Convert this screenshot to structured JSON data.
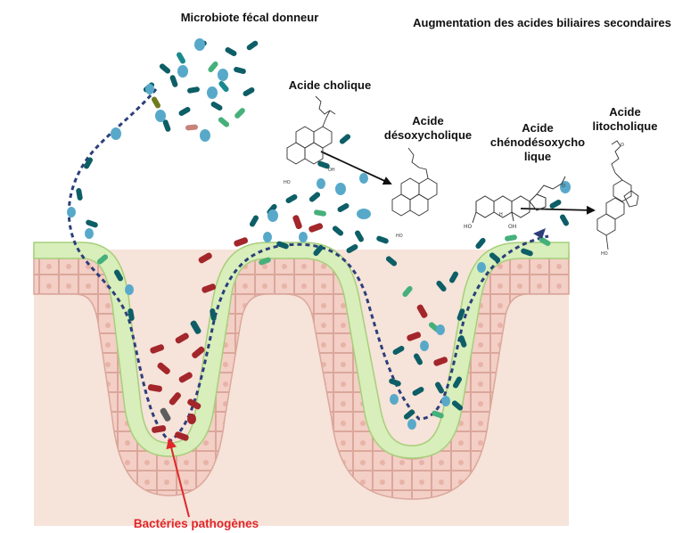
{
  "labels": {
    "donor_microbiota": "Microbiote fécal donneur",
    "secondary_bile_acids": "Augmentation des acides biliaires secondaires",
    "cholic_acid": "Acide cholique",
    "deoxycholic_acid_line1": "Acide",
    "deoxycholic_acid_line2": "désoxycholique",
    "chenodeoxycholic_acid_line1": "Acide",
    "chenodeoxycholic_acid_line2": "chénodésoxycho",
    "chenodeoxycholic_acid_line3": "lique",
    "lithocholic_acid_line1": "Acide",
    "lithocholic_acid_line2": "litocholique",
    "pathogenic_bacteria": "Bactéries pathogènes"
  },
  "molecule_atom_labels": {
    "hydroxyl": "HO",
    "hydroxyl_r": "OH",
    "ring_h": "H",
    "acid_o": "O"
  },
  "colors": {
    "tissue": "#f6e3d9",
    "epithelium": "#f3cfc6",
    "epithelium_edge": "#dba79b",
    "mucus": "#d8eebb",
    "mucus_edge": "#a6cf7a",
    "bacteria_dark_teal": "#0d5e66",
    "bacteria_teal": "#1b8a8f",
    "bacteria_green": "#46b07a",
    "bacteria_light_blue": "#58a9c9",
    "bacteria_red": "#a3262b",
    "bacteria_olive": "#6f7a1e",
    "dotted_path": "#2c3f7a",
    "arrow_red": "#e0262a"
  }
}
